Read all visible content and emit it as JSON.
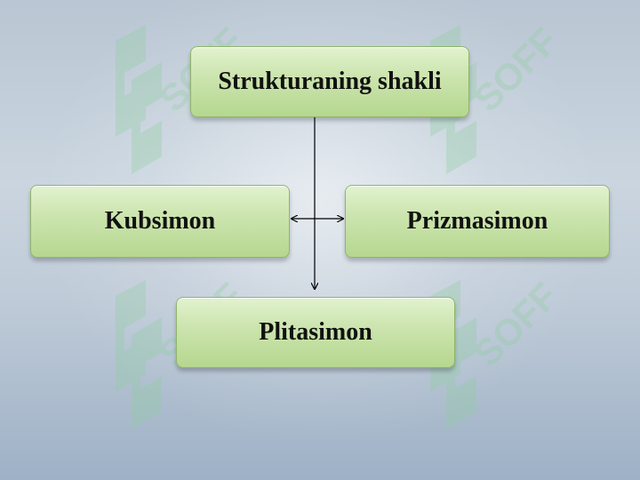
{
  "diagram": {
    "top_label": "Strukturaning shakli",
    "left_label": "Kubsimon",
    "right_label": "Prizmasimon",
    "bottom_label": "Plitasimon"
  },
  "watermark": {
    "text": "SOFF"
  },
  "colors": {
    "box_fill": "#c9e3aa",
    "box_border": "#8fb56b",
    "text": "#111111",
    "arrow": "#000000"
  }
}
